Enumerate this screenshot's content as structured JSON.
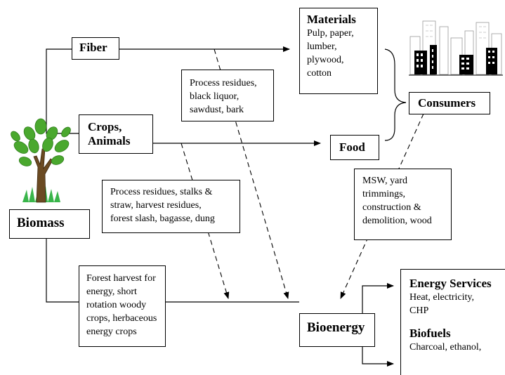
{
  "nodes": {
    "fiber": "Fiber",
    "crops_animals": [
      "Crops,",
      "Animals"
    ],
    "materials": {
      "title": "Materials",
      "lines": [
        "Pulp, paper,",
        "lumber,",
        "plywood,",
        "cotton"
      ]
    },
    "food": "Food",
    "consumers": "Consumers",
    "biomass": "Biomass",
    "bioenergy": "Bioenergy",
    "process_residues_fiber": [
      "Process residues,",
      "black liquor,",
      "sawdust, bark"
    ],
    "process_residues_crops": [
      "Process residues, stalks &",
      "straw, harvest residues,",
      "forest slash, bagasse, dung"
    ],
    "consumer_waste": [
      "MSW, yard",
      "trimmings,",
      "construction &",
      "demolition, wood"
    ],
    "energy_crops": [
      "Forest harvest for",
      "energy, short",
      "rotation woody",
      "crops, herbaceous",
      "energy crops"
    ],
    "outputs": {
      "energy_services_title": "Energy Services",
      "energy_services_lines": [
        "Heat, electricity,",
        "CHP"
      ],
      "biofuels_title": "Biofuels",
      "biofuels_lines": [
        "Charcoal, ethanol,"
      ]
    }
  },
  "colors": {
    "line": "#000000",
    "foliage": "#4aa82e",
    "foliage_dark": "#2f7d1c",
    "trunk": "#6b4a22",
    "grass": "#39b54a"
  },
  "icons": [
    "tree-icon",
    "city-buildings-icon"
  ]
}
